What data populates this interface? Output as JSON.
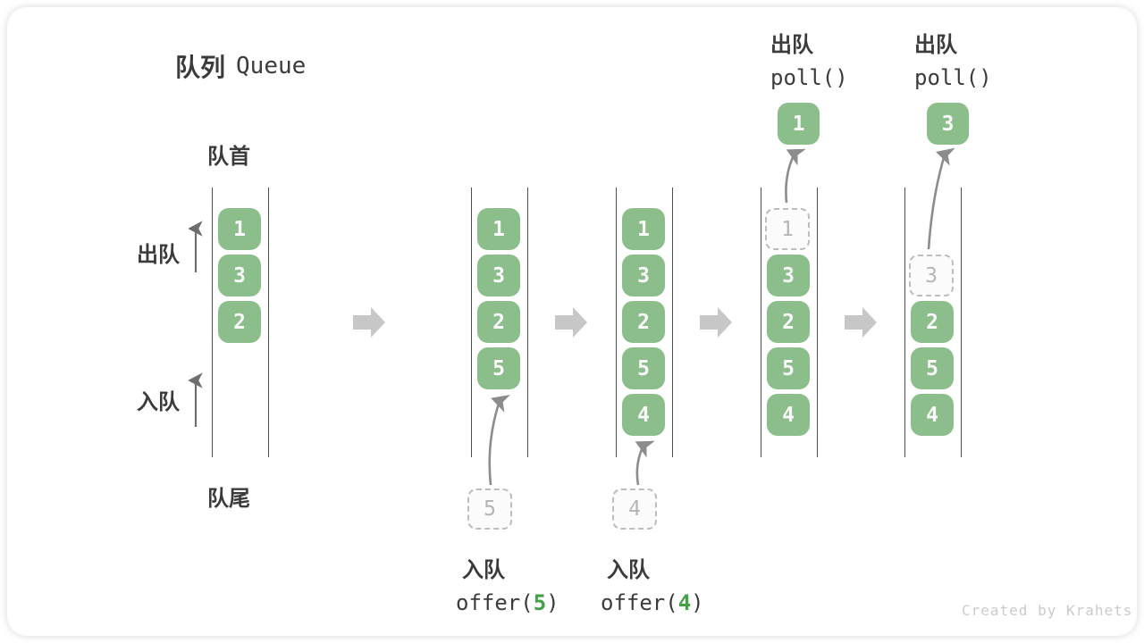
{
  "title": {
    "zh": "队列",
    "en": "Queue"
  },
  "labels": {
    "front": "队首",
    "rear": "队尾",
    "dequeue_side": "出队",
    "enqueue_side": "入队"
  },
  "watermark": "Created by Krahets",
  "colors": {
    "box_green": "#8CBE8C",
    "accent_green": "#43A047",
    "dark_text": "#3B3B3B",
    "dashed_gray": "#BDBDBD",
    "curve_arrow_gray": "#8C8C8C",
    "block_arrow_gray": "#C7C7C7"
  },
  "states": [
    {
      "cells": [
        {
          "value": "1",
          "row": 1,
          "style": "solid"
        },
        {
          "value": "3",
          "row": 2,
          "style": "solid"
        },
        {
          "value": "2",
          "row": 3,
          "style": "solid"
        }
      ]
    },
    {
      "cells": [
        {
          "value": "1",
          "row": 1,
          "style": "solid"
        },
        {
          "value": "3",
          "row": 2,
          "style": "solid"
        },
        {
          "value": "2",
          "row": 3,
          "style": "solid"
        },
        {
          "value": "5",
          "row": 4,
          "style": "solid"
        }
      ],
      "incoming": {
        "value": "5",
        "label_zh": "入队",
        "code_prefix": "offer(",
        "code_accent": "5",
        "code_suffix": ")"
      }
    },
    {
      "cells": [
        {
          "value": "1",
          "row": 1,
          "style": "solid"
        },
        {
          "value": "3",
          "row": 2,
          "style": "solid"
        },
        {
          "value": "2",
          "row": 3,
          "style": "solid"
        },
        {
          "value": "5",
          "row": 4,
          "style": "solid"
        },
        {
          "value": "4",
          "row": 5,
          "style": "solid"
        }
      ],
      "incoming": {
        "value": "4",
        "label_zh": "入队",
        "code_prefix": "offer(",
        "code_accent": "4",
        "code_suffix": ")"
      }
    },
    {
      "cells": [
        {
          "value": "1",
          "row": 1,
          "style": "dashed"
        },
        {
          "value": "3",
          "row": 2,
          "style": "solid"
        },
        {
          "value": "2",
          "row": 3,
          "style": "solid"
        },
        {
          "value": "5",
          "row": 4,
          "style": "solid"
        },
        {
          "value": "4",
          "row": 5,
          "style": "solid"
        }
      ],
      "outgoing": {
        "value": "1",
        "label_zh": "出队",
        "code": "poll()",
        "from_row": 1
      }
    },
    {
      "cells": [
        {
          "value": "3",
          "row": 2,
          "style": "dashed"
        },
        {
          "value": "2",
          "row": 3,
          "style": "solid"
        },
        {
          "value": "5",
          "row": 4,
          "style": "solid"
        },
        {
          "value": "4",
          "row": 5,
          "style": "solid"
        }
      ],
      "outgoing": {
        "value": "3",
        "label_zh": "出队",
        "code": "poll()",
        "from_row": 2
      }
    }
  ]
}
